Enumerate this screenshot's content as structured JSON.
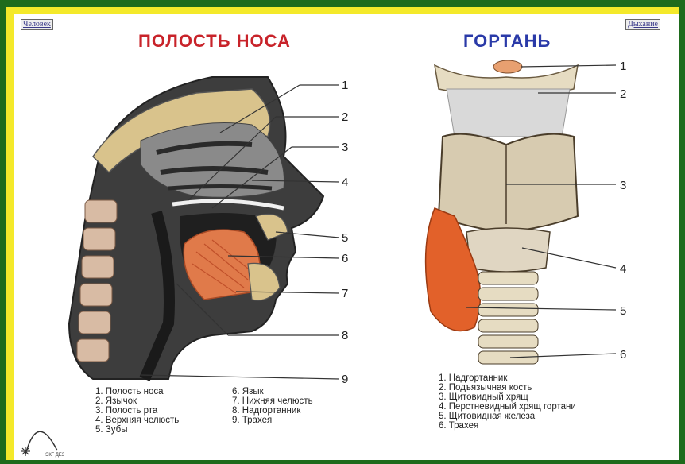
{
  "nav": {
    "left_label": "Человек",
    "right_label": "Дыхание"
  },
  "left_title": "ПОЛОСТЬ НОСА",
  "right_title": "ГОРТАНЬ",
  "colors": {
    "left_title": "#c8232a",
    "right_title": "#2a3aa8",
    "frame_outer": "#1e6b1c",
    "frame_inner": "#f4e92a"
  },
  "left_numbers": [
    "1",
    "2",
    "3",
    "4",
    "5",
    "6",
    "7",
    "8",
    "9"
  ],
  "right_numbers": [
    "1",
    "2",
    "3",
    "4",
    "5",
    "6"
  ],
  "left_legend_col1": [
    "1. Полость носа",
    "2. Язычок",
    "3. Полость рта",
    "4. Верхняя челюсть",
    "5. Зубы"
  ],
  "left_legend_col2": [
    "6. Язык",
    "7. Нижняя челюсть",
    "8. Надгортанник",
    "9. Трахея"
  ],
  "right_legend": [
    "1. Надгортанник",
    "2. Подъязычная кость",
    "3. Щитовидный хрящ",
    "4. Перстневидный хрящ гортани",
    "5. Щитовидная железа",
    "6. Трахея"
  ],
  "logo_text": "ЭКГ ДЕЗ"
}
